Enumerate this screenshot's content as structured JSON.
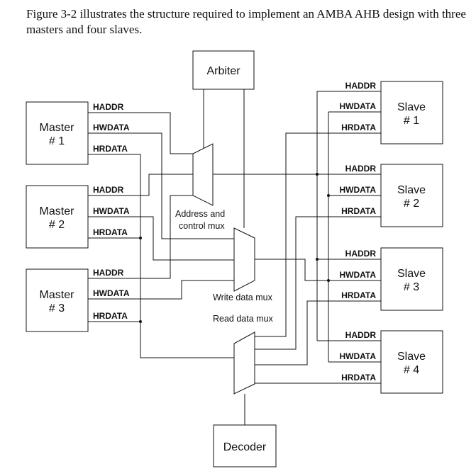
{
  "caption": "Figure 3-2 illustrates the structure required to implement an AMBA AHB design with three masters and four slaves.",
  "blocks": {
    "arbiter": "Arbiter",
    "decoder": "Decoder",
    "masters": [
      {
        "line1": "Master",
        "line2": "# 1"
      },
      {
        "line1": "Master",
        "line2": "# 2"
      },
      {
        "line1": "Master",
        "line2": "# 3"
      }
    ],
    "slaves": [
      {
        "line1": "Slave",
        "line2": "# 1"
      },
      {
        "line1": "Slave",
        "line2": "# 2"
      },
      {
        "line1": "Slave",
        "line2": "# 3"
      },
      {
        "line1": "Slave",
        "line2": "# 4"
      }
    ]
  },
  "muxes": {
    "address_line1": "Address and",
    "address_line2": "control mux",
    "write": "Write data mux",
    "read": "Read data mux"
  },
  "signals": {
    "haddr": "HADDR",
    "hwdata": "HWDATA",
    "hrdata": "HRDATA"
  }
}
